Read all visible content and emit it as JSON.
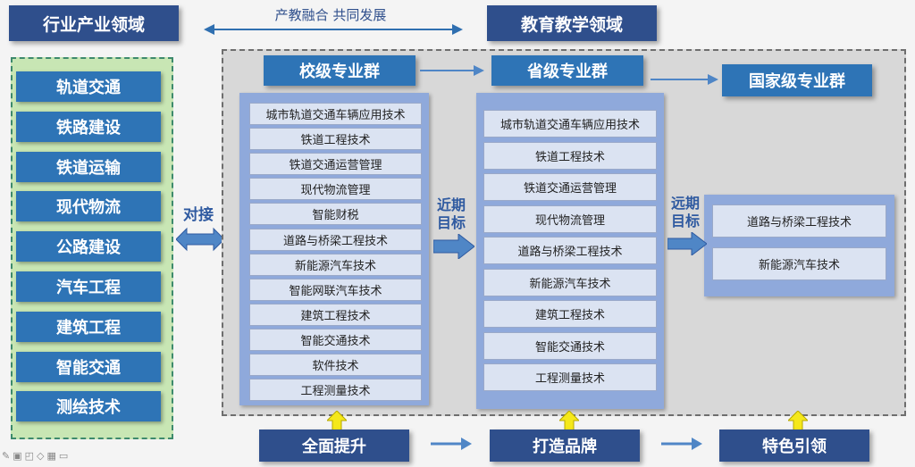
{
  "top": {
    "industry_title": "行业产业领域",
    "education_title": "教育教学领域",
    "connector_text": "产教融合  共同发展"
  },
  "left": {
    "items": [
      "轨道交通",
      "铁路建设",
      "铁道运输",
      "现代物流",
      "公路建设",
      "汽车工程",
      "建筑工程",
      "智能交通",
      "测绘技术"
    ],
    "dock_label": "对接"
  },
  "school": {
    "title": "校级专业群",
    "items": [
      "城市轨道交通车辆应用技术",
      "铁道工程技术",
      "铁道交通运营管理",
      "现代物流管理",
      "智能财税",
      "道路与桥梁工程技术",
      "新能源汽车技术",
      "智能网联汽车技术",
      "建筑工程技术",
      "智能交通技术",
      "软件技术",
      "工程测量技术"
    ]
  },
  "province": {
    "title": "省级专业群",
    "items": [
      "城市轨道交通车辆应用技术",
      "铁道工程技术",
      "铁道交通运营管理",
      "现代物流管理",
      "道路与桥梁工程技术",
      "新能源汽车技术",
      "建筑工程技术",
      "智能交通技术",
      "工程测量技术"
    ]
  },
  "national": {
    "title": "国家级专业群",
    "items": [
      "道路与桥梁工程技术",
      "新能源汽车技术"
    ]
  },
  "goals": {
    "near": "近期\n目标",
    "far": "远期\n目标"
  },
  "bottom": {
    "step1": "全面提升",
    "step2": "打造品牌",
    "step3": "特色引领"
  },
  "colors": {
    "dark_blue": "#2f4f8c",
    "mid_blue": "#2e74b6",
    "light_blue": "#8fa9db",
    "green_panel": "#c8e6b4",
    "arrow_yellow": "#f5e81a"
  }
}
